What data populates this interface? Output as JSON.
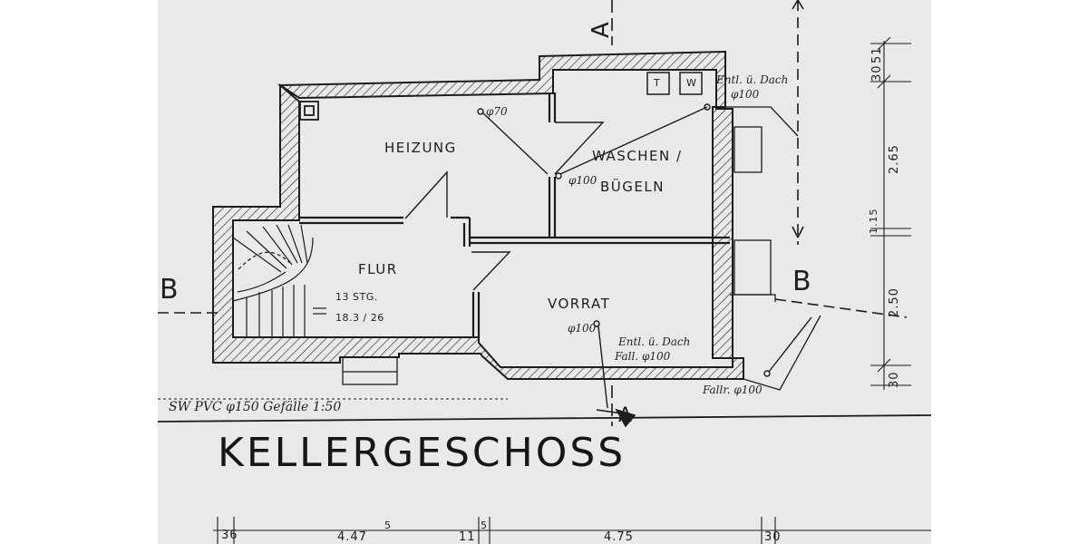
{
  "title": "KELLERGESCHOSS",
  "rooms": {
    "heizung": "HEIZUNG",
    "waschen_line1": "WASCHEN /",
    "waschen_line2": "BÜGELN",
    "flur": "FLUR",
    "vorrat": "VORRAT"
  },
  "stairs": {
    "steps": "13 STG.",
    "ratio": "18.3 / 26"
  },
  "fixtures": {
    "dryer": "T",
    "washer": "W"
  },
  "annotations": {
    "pipe_heizung": "φ70",
    "pipe_waschen": "φ100",
    "vent_top": "Entl. ü. Dach",
    "vent_top_size": "φ100",
    "pipe_vorrat": "φ100",
    "vent_bottom": "Entl. ü. Dach",
    "vent_bottom_size": "Fall. φ100",
    "fall_right": "Fallr. φ100",
    "sewer": "SW   PVC φ150  Gefälle  1:50"
  },
  "section_marks": {
    "a_top": "A",
    "a_bottom": "A",
    "b_left": "B",
    "b_right": "B"
  },
  "dimensions": {
    "right": [
      "30",
      "51",
      "2.65",
      "1.15",
      "2.50",
      "30"
    ],
    "bottom": [
      "36",
      "4.47",
      "5",
      "11",
      "5",
      "4.75",
      "30"
    ]
  }
}
